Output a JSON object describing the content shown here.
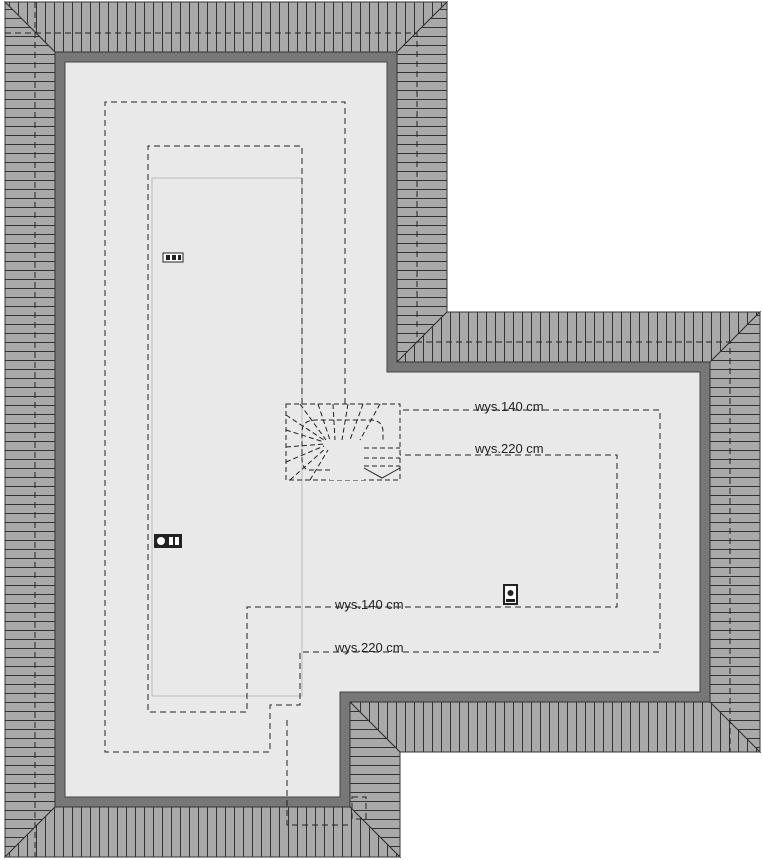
{
  "plan": {
    "labels": {
      "upper_140": "wys.140 cm",
      "upper_220": "wys.220 cm",
      "lower_140": "wys.140 cm",
      "lower_220": "wys.220 cm"
    },
    "colors": {
      "roof": "#a9a9a9",
      "wall": "#777777",
      "floor": "#e9e9e9",
      "lines": "#222222"
    }
  }
}
